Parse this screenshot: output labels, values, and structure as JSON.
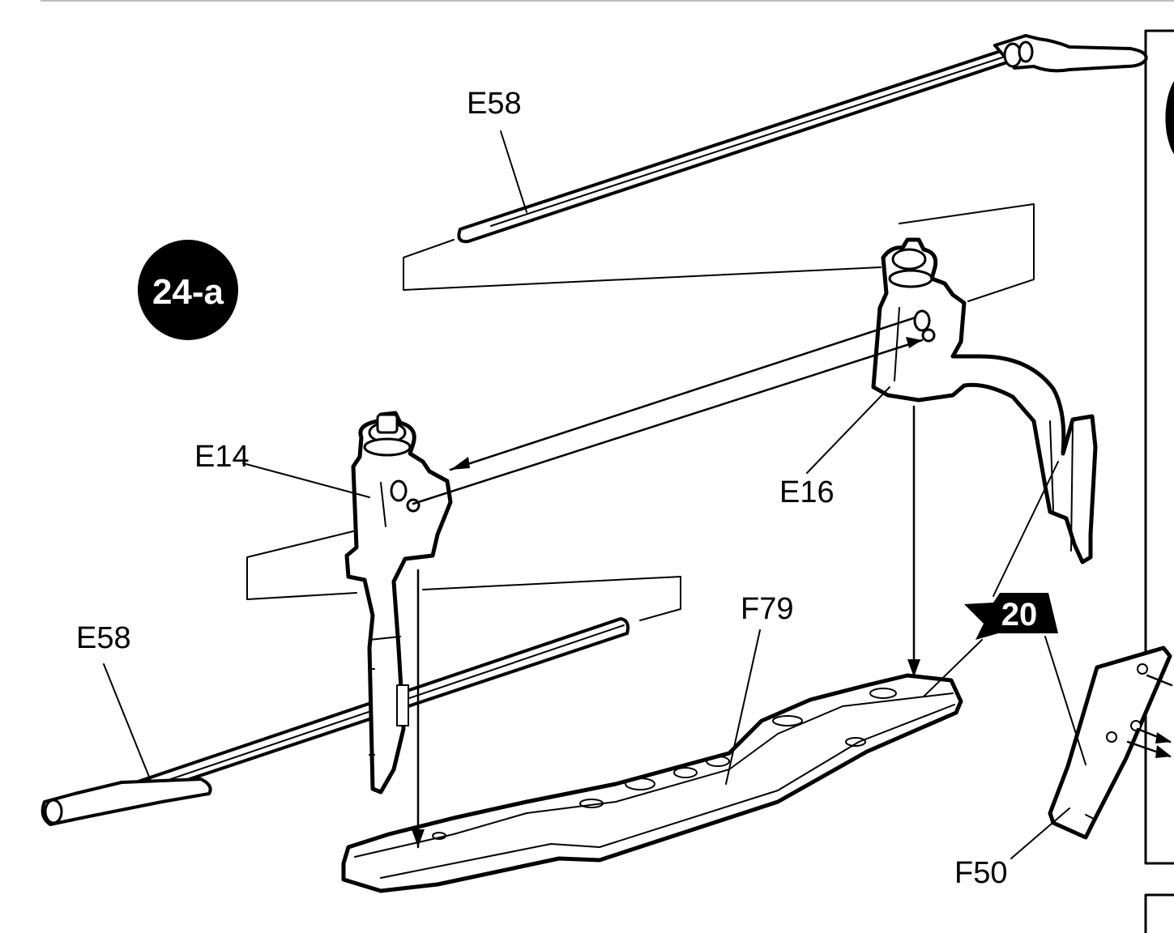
{
  "step": {
    "badge": "24-a",
    "reference_step": "20"
  },
  "parts": {
    "rod_top": "E58",
    "rod_bottom": "E58",
    "left_bracket": "E14",
    "right_bracket": "E16",
    "floor_pan": "F79",
    "side_panel": "F50"
  },
  "colors": {
    "ink": "#000000",
    "paper": "#ffffff",
    "rule": "#bdbdbd"
  }
}
